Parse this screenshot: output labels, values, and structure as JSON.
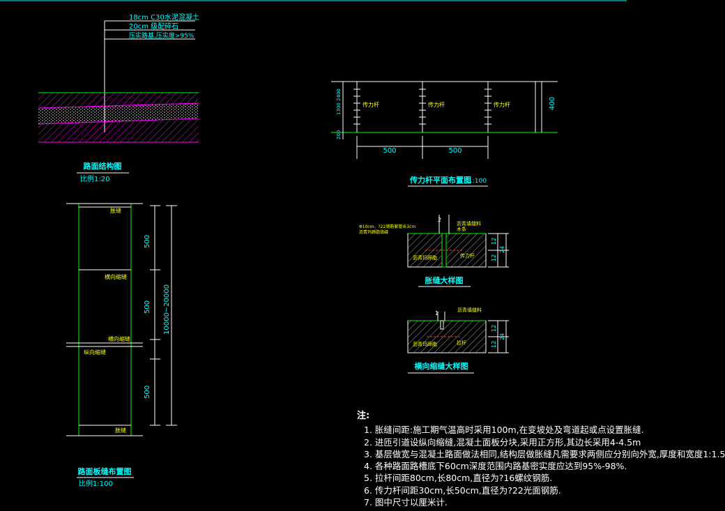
{
  "colors": {
    "background": "#000000",
    "line_white": "#ffffff",
    "hatch_magenta": "#ff00ff",
    "line_green": "#00ff00",
    "text_cyan": "#00ffff",
    "label_yellow": "#ffff00",
    "red": "#ff3333"
  },
  "pavement": {
    "layer1": "18cm C30水泥混凝土",
    "layer2": "20cm 级配碎石",
    "layer3": "压实路基,压实度>95%",
    "title": "路面结构图",
    "scale": "比例1:20"
  },
  "dowel_plan": {
    "labels": [
      "传力杆",
      "传力杆",
      "传力杆"
    ],
    "dim_left_top": "1300 2400",
    "dim_left_bottom": "200",
    "dim_bottom_1": "500",
    "dim_bottom_2": "500",
    "dim_right": "400",
    "title": "传力杆平面布置图",
    "title_scale": "1:100"
  },
  "layout_plan": {
    "label_expansion_top": "胀缝",
    "label_transverse_1": "横向缩缝",
    "label_transverse_2": "横向缩缝",
    "label_longitudinal": "纵向缩缝",
    "label_expansion_bottom": "胀缝",
    "dim_1": "500",
    "dim_2": "500",
    "dim_3": "500",
    "dim_total": "10000~20000",
    "title": "路面板缝布置图",
    "scale": "比例1:100"
  },
  "expansion_detail": {
    "note_left": "Φ10cm、?22钢筋套管长3cm",
    "note_left2": "沥青玛蹄脂填缝",
    "label_top": "沥青填缝料",
    "label_top2": "木条",
    "label_bottom_left": "沥青玛蹄脂",
    "label_bottom_right": "传力杆",
    "dim_small": "2",
    "dim_right_1": "12",
    "dim_right_2": "12",
    "dim_right_total": "24",
    "title": "胀缝大样图"
  },
  "contraction_detail": {
    "dim_small": "1",
    "label_top": "沥青填缝料",
    "label_bottom_left": "沥青玛蹄脂",
    "label_bottom_right": "拉杆",
    "dim_right_1": "12",
    "dim_right_2": "12",
    "dim_right_total": "24",
    "title": "横向缩缝大样图"
  },
  "notes": {
    "heading": "注:",
    "items": [
      "1. 胀缝间距:施工期气温高时采用100m,在变坡处及弯道起或点设置胀缝.",
      "2. 进匝引道设纵向缩缝,混凝土面板分块,采用正方形,其边长采用4-4.5m",
      "3. 基层做宽与混凝土路面做法相同,结构层做胀缝凡需要求两侧应分别向外宽,厚度和宽度1:1.5",
      "4. 各种路面路槽底下60cm深度范围内路基密实度应达到95%-98%.",
      "5. 拉杆间距80cm,长80cm,直径为?16螺纹钢筋.",
      "6. 传力杆间距30cm,长50cm,直径为?22光面钢筋.",
      "7. 图中尺寸以厘米计."
    ]
  }
}
